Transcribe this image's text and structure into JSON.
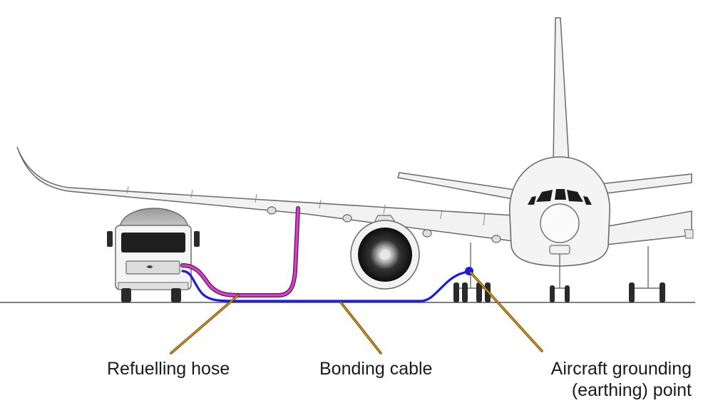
{
  "labels": {
    "refuelling_hose": "Refuelling hose",
    "bonding_cable": "Bonding cable",
    "grounding_point_line1": "Aircraft grounding",
    "grounding_point_line2": "(earthing) point"
  },
  "colors": {
    "refuelling_hose": "#e03ad6",
    "bonding_cable": "#1b1be6",
    "leader_line": "#e8a000",
    "aircraft_fill": "#f2f2f2",
    "aircraft_outline": "#6b6b6b",
    "ground_line": "#555555"
  },
  "icons": {
    "truck": "fuel-truck-icon",
    "aircraft": "aircraft-front-view",
    "engine": "jet-engine-icon"
  }
}
